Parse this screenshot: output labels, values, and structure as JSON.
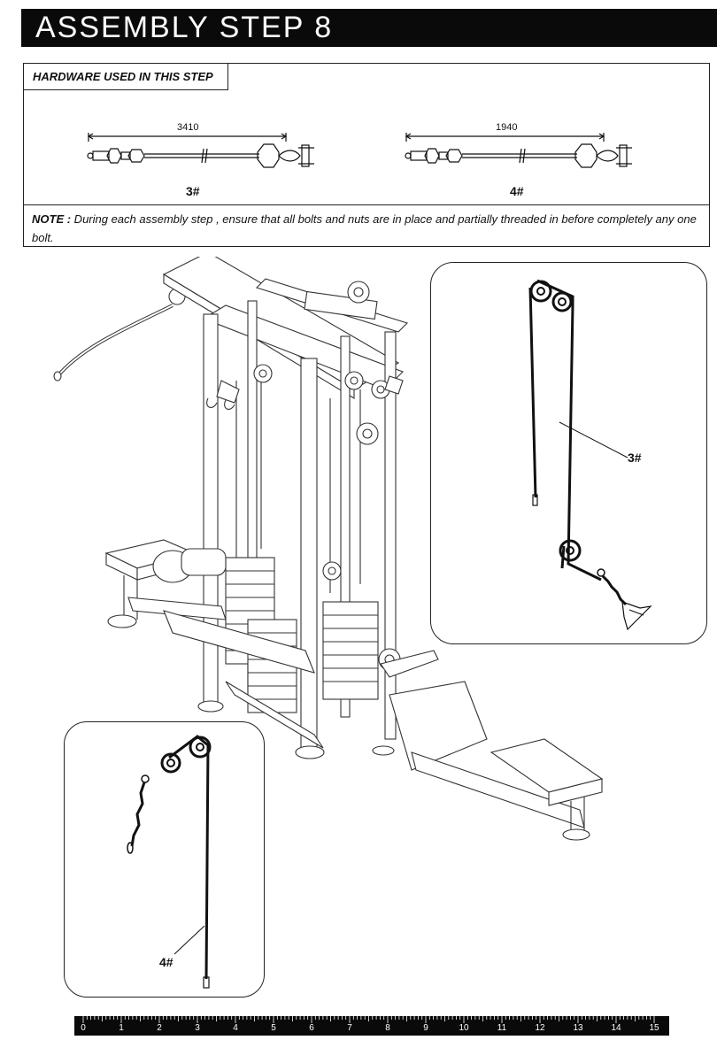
{
  "header": {
    "title": "ASSEMBLY STEP 8"
  },
  "hardware": {
    "label": "HARDWARE USED IN THIS STEP",
    "items": [
      {
        "dimension": "3410",
        "part": "3#"
      },
      {
        "dimension": "1940",
        "part": "4#"
      }
    ]
  },
  "note": {
    "prefix": "NOTE :",
    "text": " During each assembly step , ensure that all bolts and nuts are in place and partially threaded in before completely any one bolt."
  },
  "callouts": {
    "right_inset": "3#",
    "left_inset": "4#"
  },
  "ruler": {
    "marks": [
      "0",
      "1",
      "2",
      "3",
      "4",
      "5",
      "6",
      "7",
      "8",
      "9",
      "10",
      "11",
      "12",
      "13",
      "14",
      "15"
    ]
  }
}
